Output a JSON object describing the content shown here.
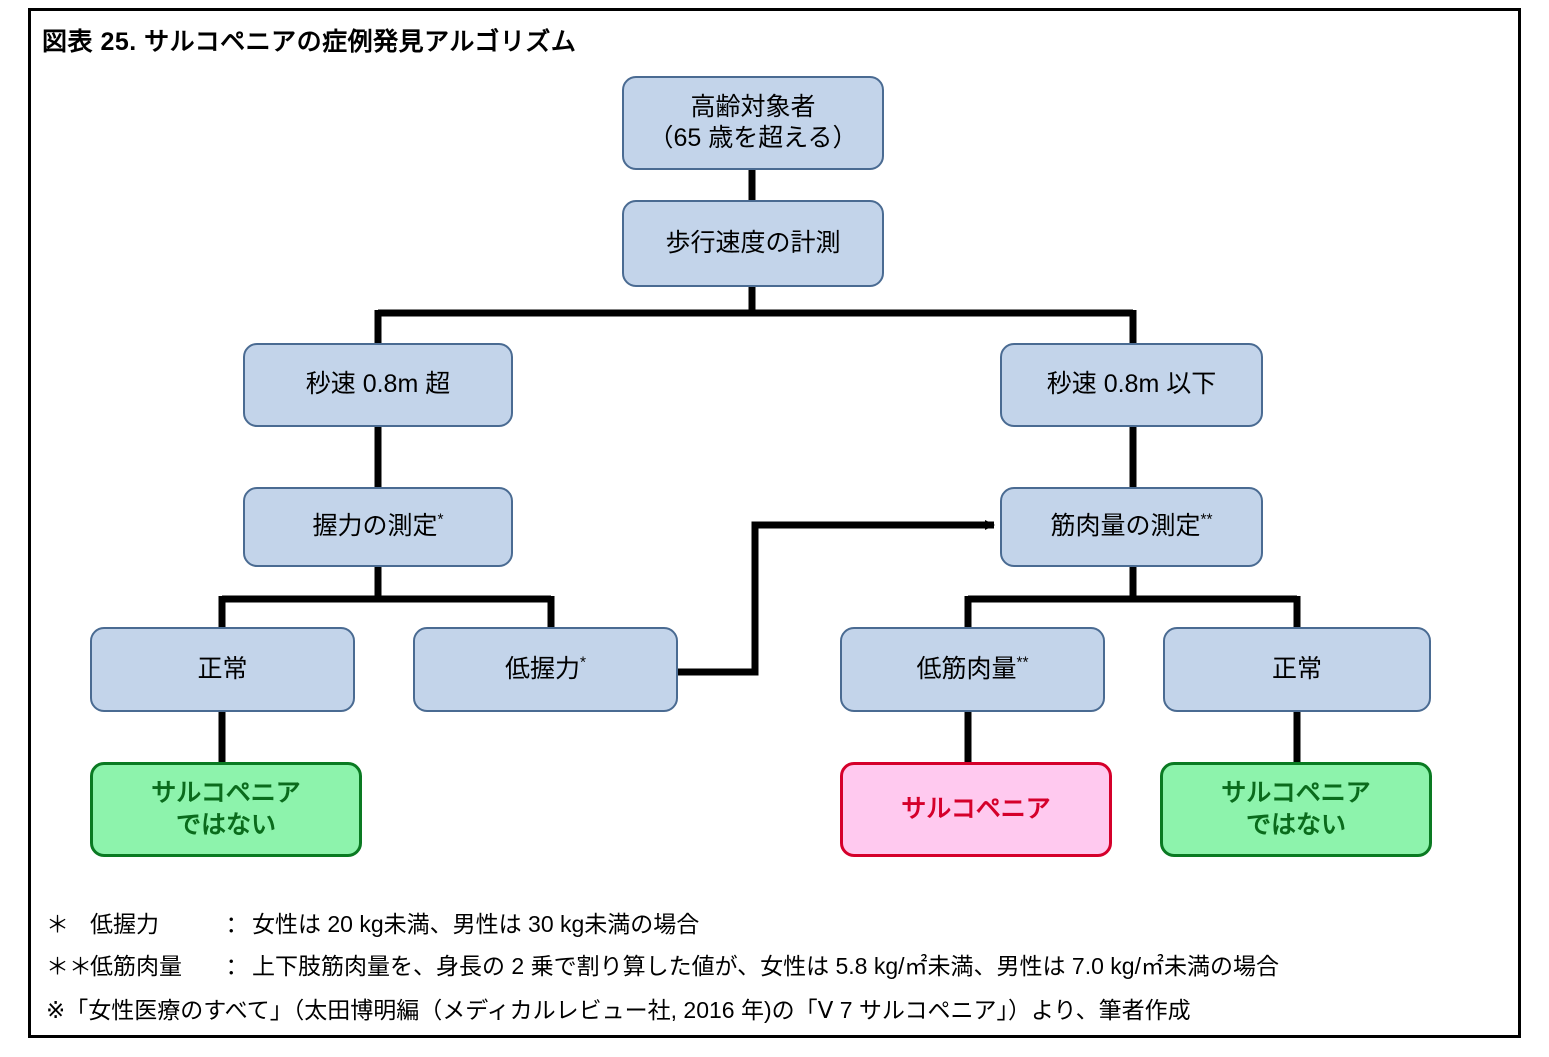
{
  "figure": {
    "title": "図表 25. サルコペニアの症例発見アルゴリズム"
  },
  "chart_data": {
    "type": "flowchart",
    "title": "図表 25. サルコペニアの症例発見アルゴリズム",
    "orientation": "top-down",
    "node_colors": {
      "process_fill": "#c3d4ea",
      "process_border": "#4a6b92",
      "negative_fill": "#8df3ac",
      "negative_border": "#0a7a22",
      "negative_text": "#0a6b1c",
      "positive_fill": "#ffc9ef",
      "positive_border": "#d5002b",
      "positive_text": "#d5002b",
      "connector": "#000000"
    },
    "nodes": [
      {
        "id": "n1",
        "label": "高齢対象者\n（65 歳を超える）",
        "kind": "process"
      },
      {
        "id": "n2",
        "label": "歩行速度の計測",
        "kind": "process"
      },
      {
        "id": "n3",
        "label": "秒速 0.8m 超",
        "kind": "process"
      },
      {
        "id": "n4",
        "label": "秒速 0.8m 以下",
        "kind": "process"
      },
      {
        "id": "n5",
        "label": "握力の測定",
        "sup": "*",
        "kind": "process"
      },
      {
        "id": "n6",
        "label": "筋肉量の測定",
        "sup": "**",
        "kind": "process"
      },
      {
        "id": "n7",
        "label": "正常",
        "kind": "process"
      },
      {
        "id": "n8",
        "label": "低握力",
        "sup": "*",
        "kind": "process"
      },
      {
        "id": "n9",
        "label": "低筋肉量",
        "sup": "**",
        "kind": "process"
      },
      {
        "id": "n10",
        "label": "正常",
        "kind": "process"
      },
      {
        "id": "n11",
        "label": "サルコペニア\nではない",
        "kind": "negative"
      },
      {
        "id": "n12",
        "label": "サルコペニア",
        "kind": "positive"
      },
      {
        "id": "n13",
        "label": "サルコペニア\nではない",
        "kind": "negative"
      }
    ],
    "edges": [
      {
        "from": "n1",
        "to": "n2",
        "style": "straight"
      },
      {
        "from": "n2",
        "to": "n3",
        "style": "branch"
      },
      {
        "from": "n2",
        "to": "n4",
        "style": "branch"
      },
      {
        "from": "n3",
        "to": "n5",
        "style": "straight"
      },
      {
        "from": "n4",
        "to": "n6",
        "style": "straight"
      },
      {
        "from": "n5",
        "to": "n7",
        "style": "branch"
      },
      {
        "from": "n5",
        "to": "n8",
        "style": "branch"
      },
      {
        "from": "n8",
        "to": "n6",
        "style": "elbow-arrow"
      },
      {
        "from": "n6",
        "to": "n9",
        "style": "branch"
      },
      {
        "from": "n6",
        "to": "n10",
        "style": "branch"
      },
      {
        "from": "n7",
        "to": "n11",
        "style": "straight"
      },
      {
        "from": "n9",
        "to": "n12",
        "style": "straight"
      },
      {
        "from": "n10",
        "to": "n13",
        "style": "straight"
      }
    ]
  },
  "notes": [
    {
      "mark": "＊",
      "term": "低握力",
      "separator": "：",
      "text": "女性は 20 kg未満、男性は 30 kg未満の場合"
    },
    {
      "mark": "＊＊",
      "term": "低筋肉量",
      "separator": "：",
      "text_a": "上下肢筋肉量を、身長の 2 乗で割り算した値が、女性は 5.8 kg/㎡",
      "text_b": "未満、男性は 7.0 kg/㎡",
      "text_c": "未満の場合"
    }
  ],
  "source": "※「女性医療のすべて」（太田博明編（メディカルレビュー社, 2016 年)の「Ⅴ 7 サルコペニア」）より、筆者作成"
}
